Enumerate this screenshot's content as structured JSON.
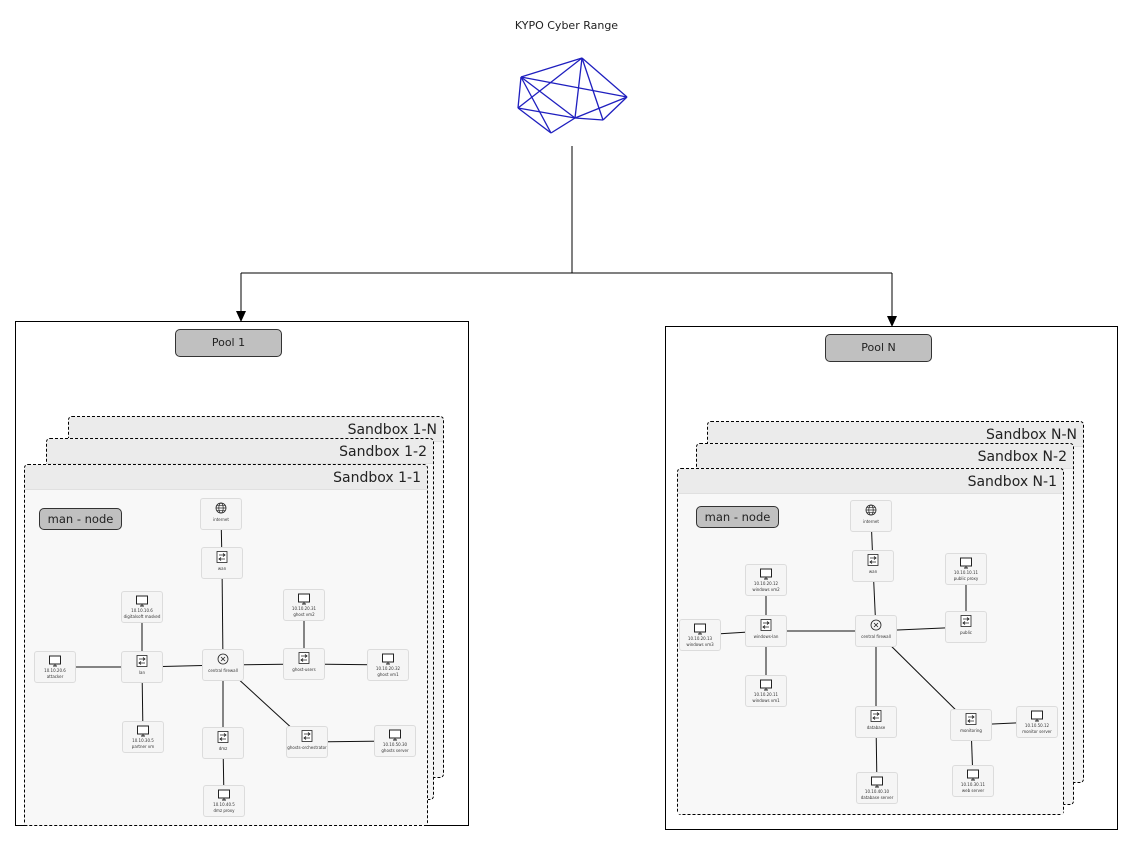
{
  "title": "KYPO Cyber Range",
  "logo": {
    "name": "kypo-network-logo",
    "color": "#1f1fbf"
  },
  "colors": {
    "label_fill": "#c0c0c0",
    "sandbox_header": "#ebebeb",
    "sandbox_body": "#f8f8f8",
    "line": "#000000"
  },
  "pools": [
    {
      "label": "Pool 1",
      "sandboxes": [
        "Sandbox 1-N",
        "Sandbox 1-2",
        "Sandbox 1-1"
      ],
      "man_node": "man - node",
      "nodes": [
        {
          "id": "internet",
          "type": "internet",
          "label": "internet",
          "ip": ""
        },
        {
          "id": "wan",
          "type": "switch",
          "label": "wan",
          "ip": ""
        },
        {
          "id": "central-firewall",
          "type": "router",
          "label": "central firewall",
          "ip": ""
        },
        {
          "id": "lan",
          "type": "switch",
          "label": "lan",
          "ip": ""
        },
        {
          "id": "digitalsoft-masked",
          "type": "host",
          "label": "digitalsoft masked",
          "ip": "10.10.10.6"
        },
        {
          "id": "attacker",
          "type": "host",
          "label": "attacker",
          "ip": "10.10.20.6"
        },
        {
          "id": "partner-vm",
          "type": "host",
          "label": "partner vm",
          "ip": "10.10.30.5"
        },
        {
          "id": "dmz",
          "type": "switch",
          "label": "dmz",
          "ip": ""
        },
        {
          "id": "dmz-proxy",
          "type": "host",
          "label": "dmz proxy",
          "ip": "10.10.40.5"
        },
        {
          "id": "ghost-users",
          "type": "switch",
          "label": "ghost-users",
          "ip": ""
        },
        {
          "id": "ghost-vm2",
          "type": "host",
          "label": "ghost vm2",
          "ip": "10.10.20.31"
        },
        {
          "id": "ghost-vm1",
          "type": "host",
          "label": "ghost vm1",
          "ip": "10.10.20.32"
        },
        {
          "id": "ghosts-orchestrator",
          "type": "switch",
          "label": "ghosts-orchestrator",
          "ip": ""
        },
        {
          "id": "ghosts-server",
          "type": "host",
          "label": "ghosts server",
          "ip": "10.10.50.30"
        }
      ]
    },
    {
      "label": "Pool N",
      "sandboxes": [
        "Sandbox N-N",
        "Sandbox N-2",
        "Sandbox N-1"
      ],
      "man_node": "man - node",
      "nodes": [
        {
          "id": "internet",
          "type": "internet",
          "label": "internet",
          "ip": ""
        },
        {
          "id": "wan",
          "type": "switch",
          "label": "wan",
          "ip": ""
        },
        {
          "id": "central-firewall",
          "type": "router",
          "label": "central firewall",
          "ip": ""
        },
        {
          "id": "windows-lan",
          "type": "switch",
          "label": "windows-lan",
          "ip": ""
        },
        {
          "id": "windows-vm2",
          "type": "host",
          "label": "windows vm2",
          "ip": "10.10.20.12"
        },
        {
          "id": "windows-vm3",
          "type": "host",
          "label": "windows vm3",
          "ip": "10.10.20.13"
        },
        {
          "id": "windows-vm1",
          "type": "host",
          "label": "windows vm1",
          "ip": "10.10.20.11"
        },
        {
          "id": "public",
          "type": "switch",
          "label": "public",
          "ip": ""
        },
        {
          "id": "public-proxy",
          "type": "host",
          "label": "public proxy",
          "ip": "10.10.10.11"
        },
        {
          "id": "database",
          "type": "switch",
          "label": "database",
          "ip": ""
        },
        {
          "id": "database-server",
          "type": "host",
          "label": "database server",
          "ip": "10.10.40.10"
        },
        {
          "id": "monitoring",
          "type": "switch",
          "label": "monitoring",
          "ip": ""
        },
        {
          "id": "monitor-server",
          "type": "host",
          "label": "monitor server",
          "ip": "10.10.50.12"
        },
        {
          "id": "web-server",
          "type": "host",
          "label": "web server",
          "ip": "10.10.30.11"
        }
      ]
    }
  ]
}
